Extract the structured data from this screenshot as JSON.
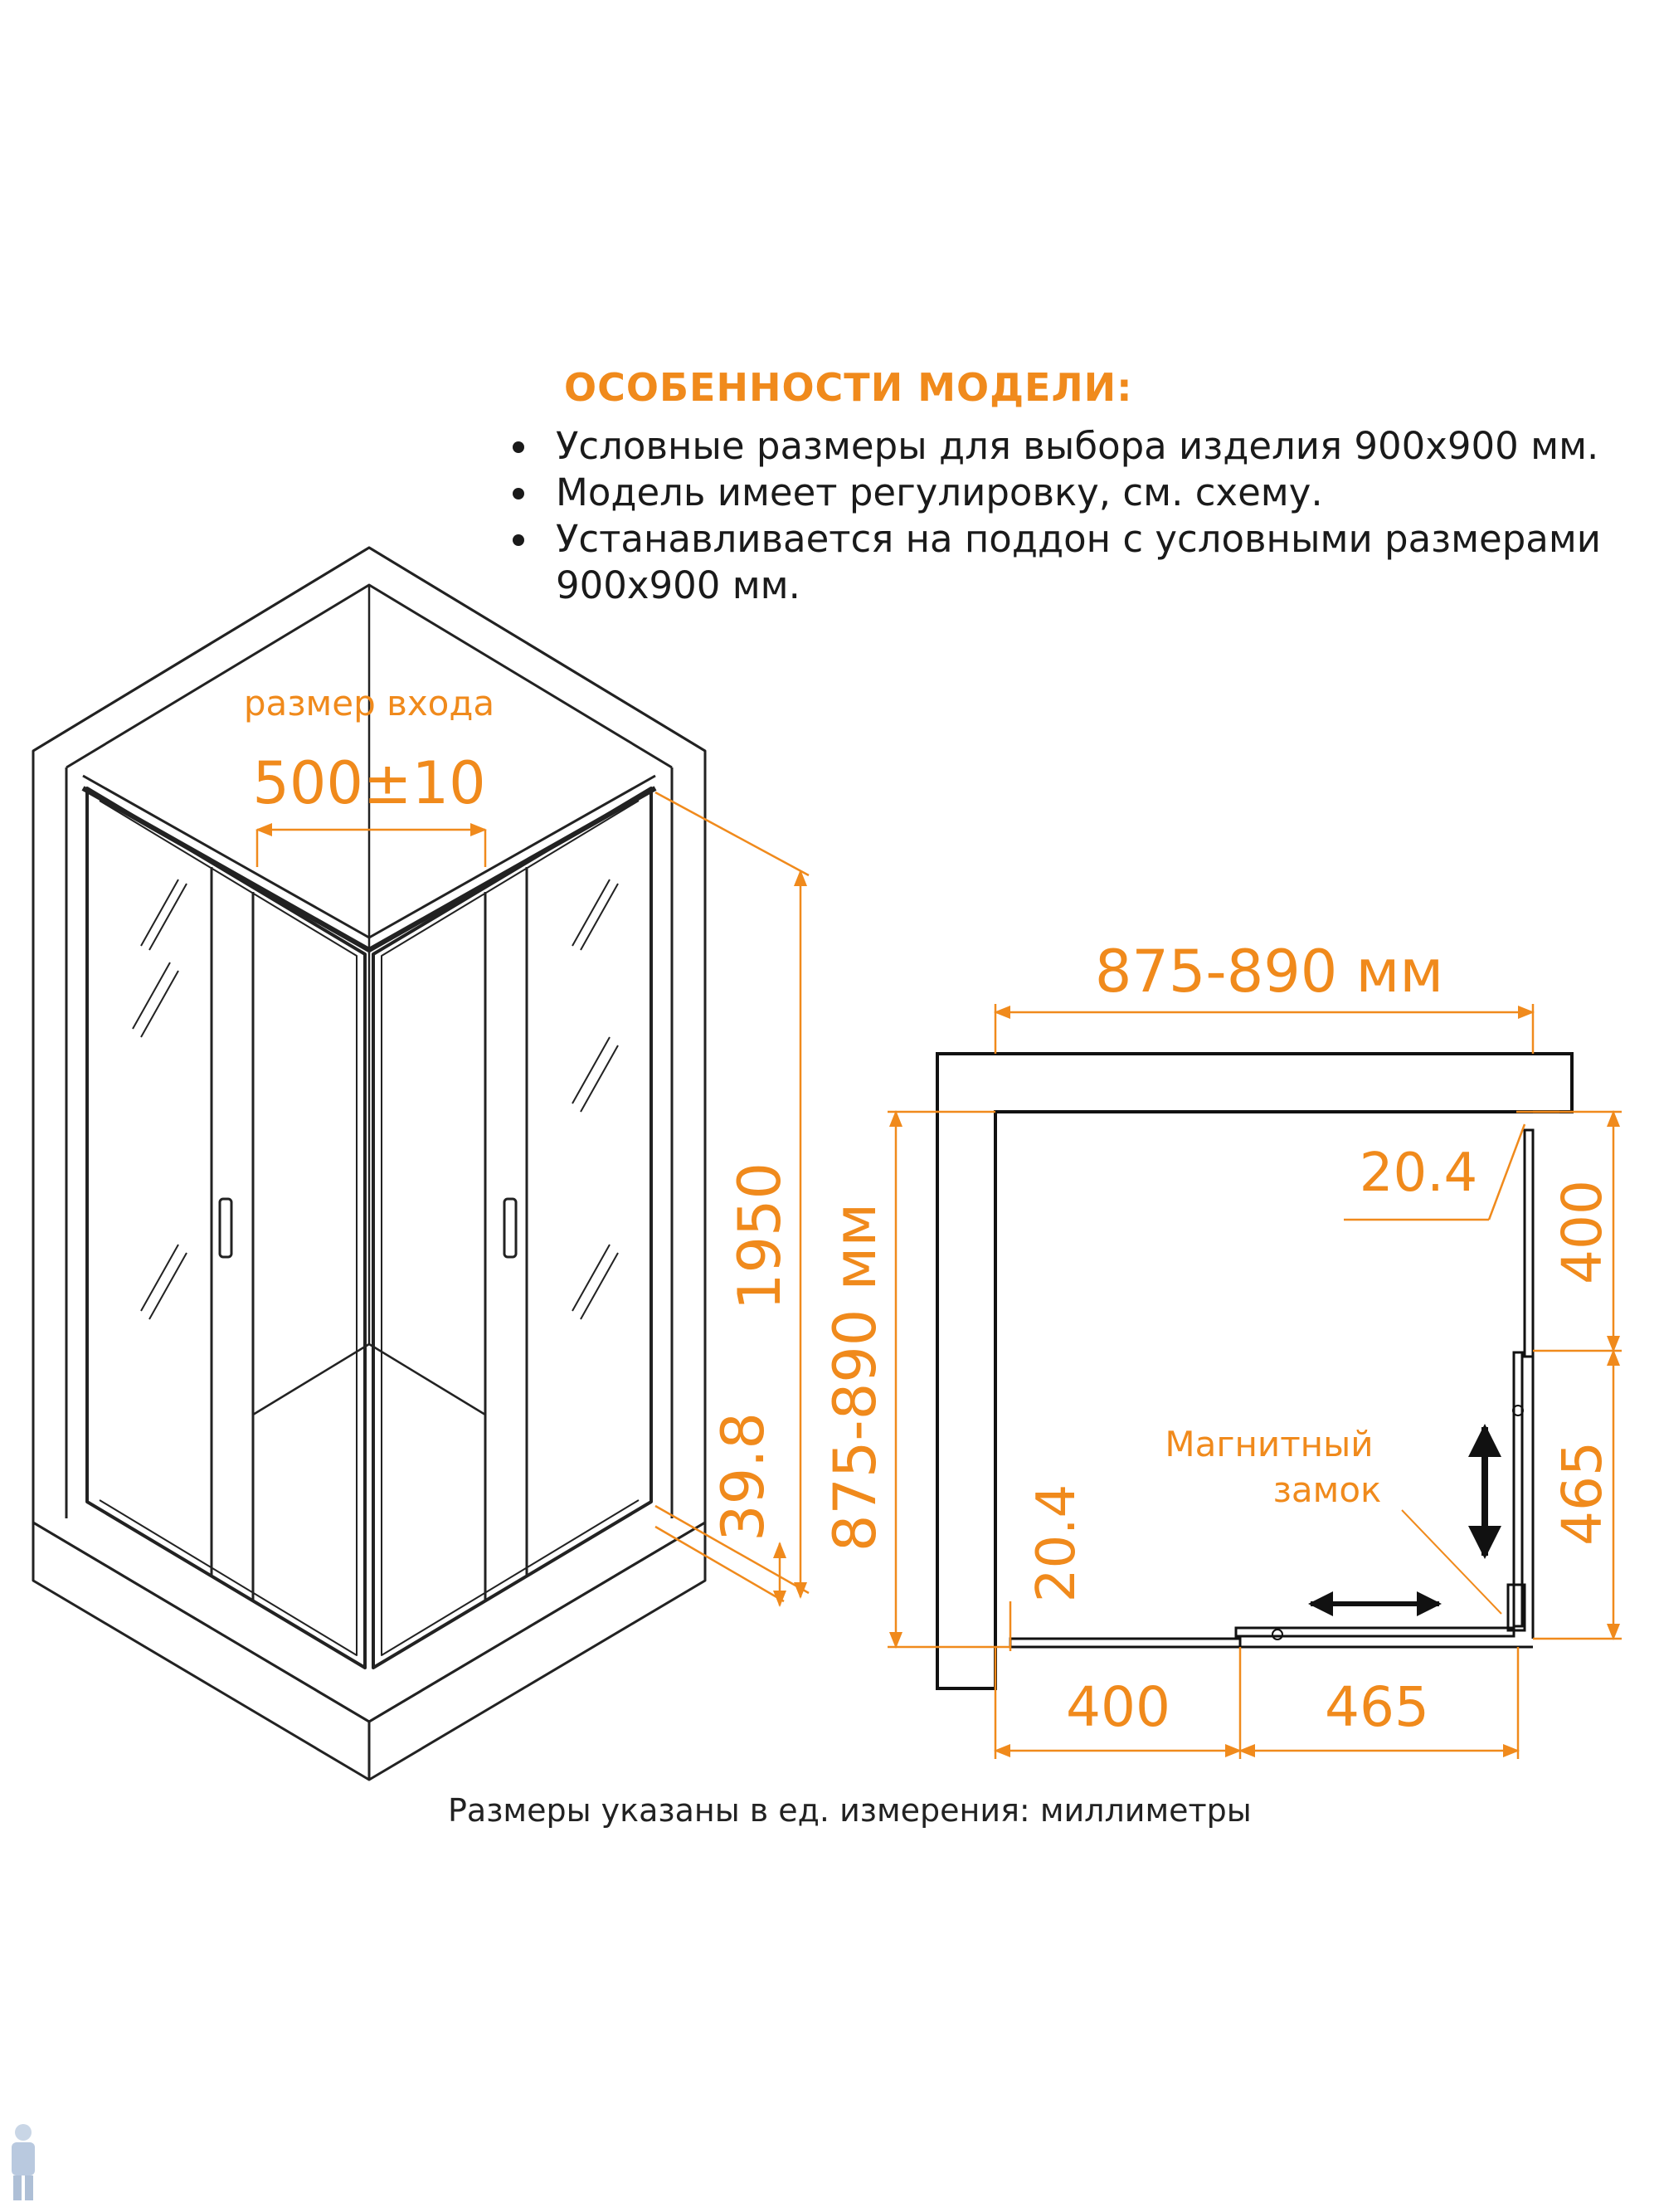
{
  "features": {
    "title": "ОСОБЕННОСТИ МОДЕЛИ:",
    "items": [
      "Условные размеры для выбора изделия 900х900 мм.",
      "Модель имеет регулировку, см. схему.",
      "Устанавливается на поддон с условными размерами 900х900 мм."
    ]
  },
  "perspective": {
    "entrance_label": "размер входа",
    "entrance_value": "500±10",
    "height_value": "1950",
    "tray_value": "39.8"
  },
  "plan": {
    "top_width": "875-890 мм",
    "side_depth": "875-890 мм",
    "gap_top_right": "20.4",
    "gap_bottom_left": "20.4",
    "right_fixed": "400",
    "right_slide": "465",
    "bottom_fixed": "400",
    "bottom_slide": "465",
    "lock_label_line1": "Магнитный",
    "lock_label_line2": "замок"
  },
  "footer": "Размеры указаны в ед. измерения: миллиметры",
  "colors": {
    "accent": "#f08a1c",
    "line": "#222222"
  }
}
